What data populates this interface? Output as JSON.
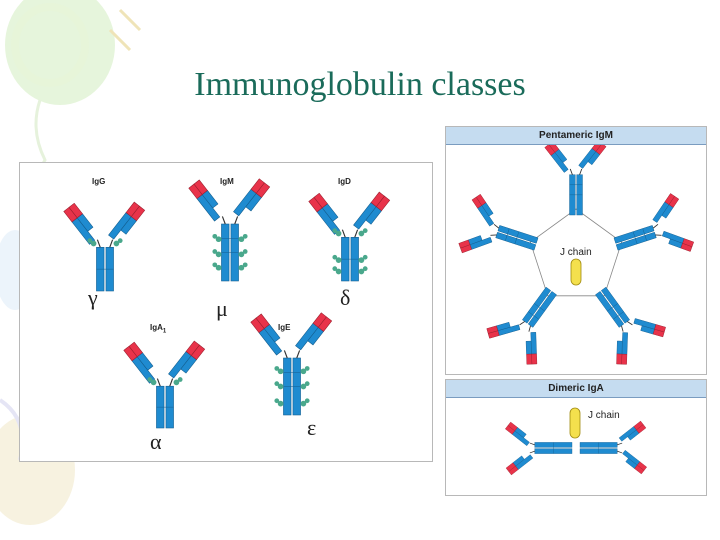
{
  "title": "Immunoglobulin classes",
  "left_panel": {
    "antibodies": [
      {
        "label": "IgG",
        "greek": "γ"
      },
      {
        "label": "IgM",
        "greek": "μ"
      },
      {
        "label": "IgD",
        "greek": "δ"
      },
      {
        "label": "IgA",
        "subscript": "1",
        "greek": "α"
      },
      {
        "label": "IgE",
        "greek": "ε"
      }
    ]
  },
  "pentamer_panel": {
    "header": "Pentameric IgM",
    "j_chain": "J chain"
  },
  "dimer_panel": {
    "header": "Dimeric IgA",
    "j_chain": "J chain"
  },
  "colors": {
    "heavy": "#1f8bd0",
    "light_tip": "#e8334a",
    "glycan": "#4aa88c",
    "title": "#1a6b5a",
    "j_chain": "#f4e04d"
  }
}
